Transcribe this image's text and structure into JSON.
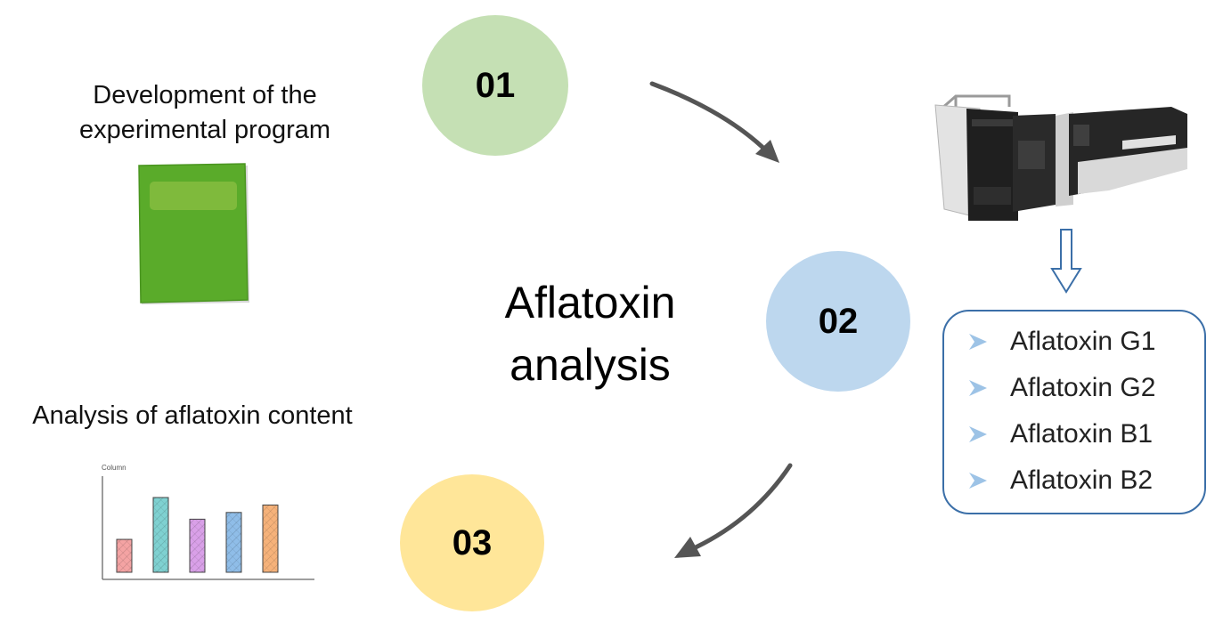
{
  "steps": [
    {
      "label": "01",
      "color": "#c5e0b4"
    },
    {
      "label": "02",
      "color": "#bdd7ee"
    },
    {
      "label": "03",
      "color": "#ffe699"
    }
  ],
  "center_title": {
    "line1": "Aflatoxin",
    "line2": "analysis"
  },
  "step1_caption": {
    "line1": "Development of the",
    "line2": "experimental program"
  },
  "step3_caption": "Analysis of aflatoxin content",
  "analytes": [
    "Aflatoxin G1",
    "Aflatoxin G2",
    "Aflatoxin B1",
    "Aflatoxin B2"
  ],
  "mini_chart": {
    "title": "Column",
    "values": [
      0.44,
      1.0,
      0.71,
      0.8,
      0.9
    ],
    "colors": [
      "#f4a3a3",
      "#7fd1d1",
      "#d9a0e8",
      "#8fbde8",
      "#f6b27a"
    ]
  },
  "colors": {
    "arrow": "#555555",
    "box_border": "#3b6fa8",
    "bullet": "#9dc3e6",
    "notebook": "#5aab2a"
  },
  "icons": {
    "notebook": "green-notebook-icon",
    "instrument": "hplc-instrument-icon",
    "down_arrow": "hollow-down-arrow-icon",
    "bullet": "arrowhead-bullet-icon"
  }
}
